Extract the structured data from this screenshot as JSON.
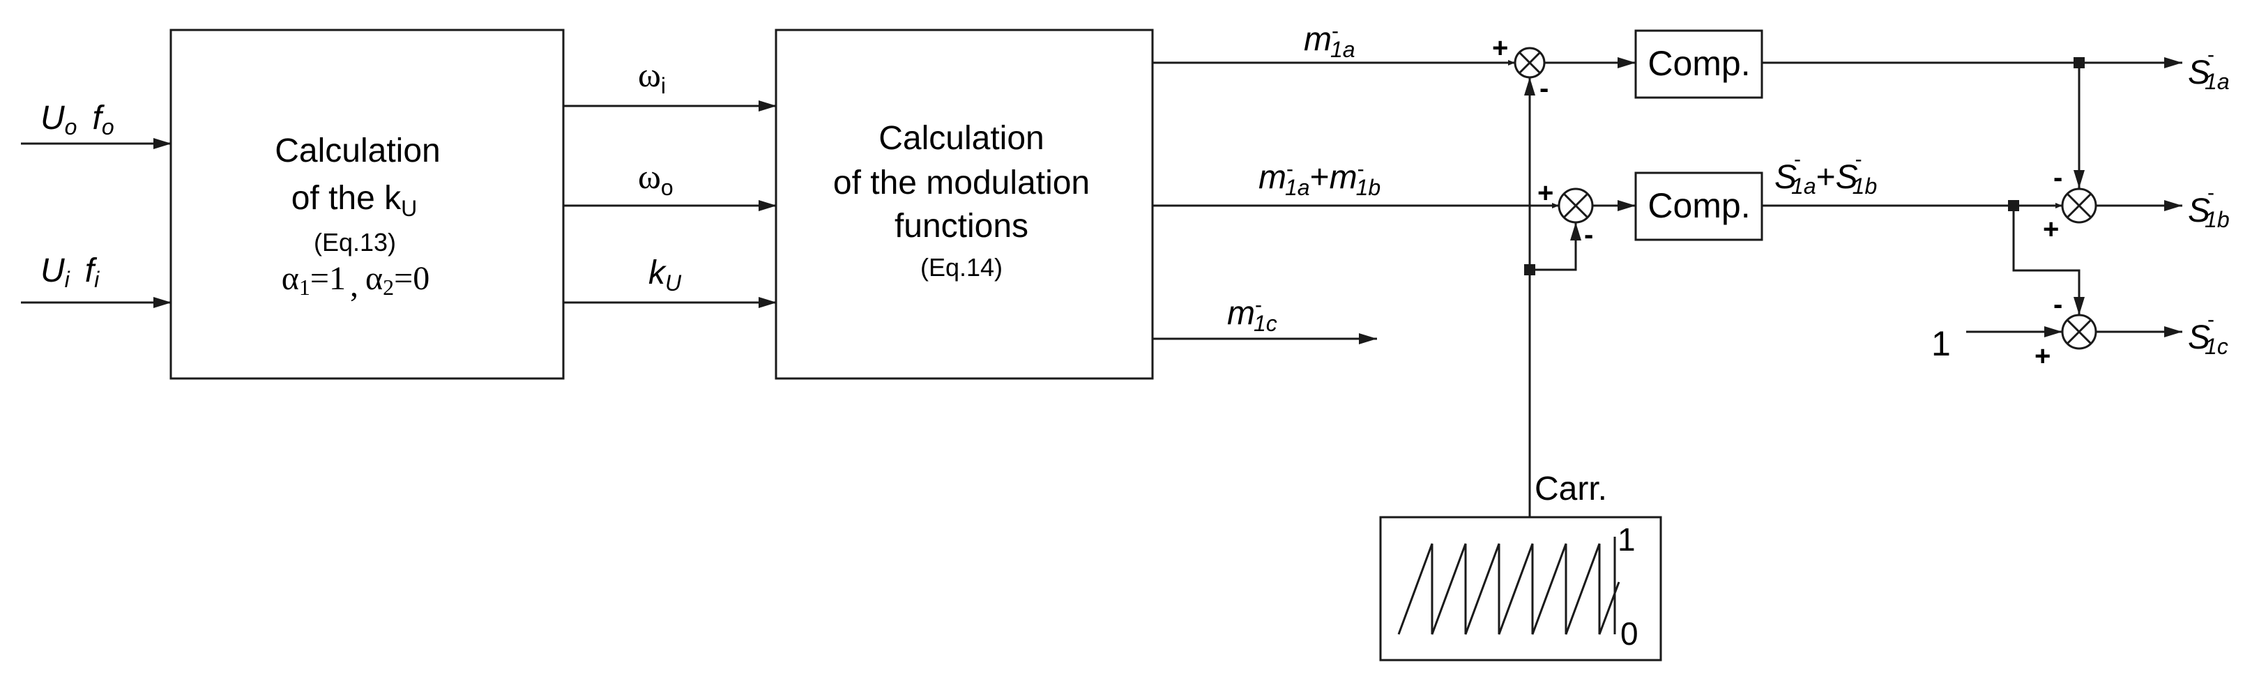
{
  "blocks": {
    "ku": {
      "line1": "Calculation",
      "line2": "of the k",
      "line2_sub": "U",
      "eq": "(Eq.13)",
      "alpha": "α",
      "a1_sub": "1",
      "a1_val": "=1",
      "comma": ",",
      "a2_sub": "2",
      "a2_val": "=0"
    },
    "mod": {
      "line1": "Calculation",
      "line2": "of the modulation",
      "line3": "functions",
      "eq": "(Eq.14)"
    },
    "comp1": "Comp.",
    "comp2": "Comp."
  },
  "inputs": {
    "uo": {
      "U": "U",
      "U_sub": "o",
      "f": "f",
      "f_sub": "o"
    },
    "ui": {
      "U": "U",
      "U_sub": "i",
      "f": "f",
      "f_sub": "i"
    },
    "one": "1"
  },
  "signals": {
    "omega_i": {
      "sym": "ω",
      "sub": "i"
    },
    "omega_o": {
      "sym": "ω",
      "sub": "o"
    },
    "kU": {
      "sym": "k",
      "sub": "U"
    },
    "m1a": {
      "sym": "m",
      "bar": "-",
      "sub": "1a"
    },
    "m1a_m1b": {
      "sym1": "m",
      "bar1": "-",
      "sub1": "1a",
      "plus": "+",
      "sym2": "m",
      "bar2": "-",
      "sub2": "1b"
    },
    "m1c": {
      "sym": "m",
      "bar": "-",
      "sub": "1c"
    },
    "s1a_s1b": {
      "sym1": "S",
      "bar1": "-",
      "sub1": "1a",
      "plus": "+",
      "sym2": "S",
      "bar2": "-",
      "sub2": "1b"
    }
  },
  "outputs": {
    "s1a": {
      "sym": "S",
      "bar": "-",
      "sub": "1a"
    },
    "s1b": {
      "sym": "S",
      "bar": "-",
      "sub": "1b"
    },
    "s1c": {
      "sym": "S",
      "bar": "-",
      "sub": "1c"
    }
  },
  "signs": {
    "sum1_in": "+",
    "sum1_carr": "-",
    "sum2_in": "+",
    "sum2_carr": "-",
    "sum3_top": "-",
    "sum3_bottom": "+",
    "sum4_top": "-",
    "sum4_bottom": "+"
  },
  "carrier": {
    "label": "Carr.",
    "max": "1",
    "min": "0"
  }
}
